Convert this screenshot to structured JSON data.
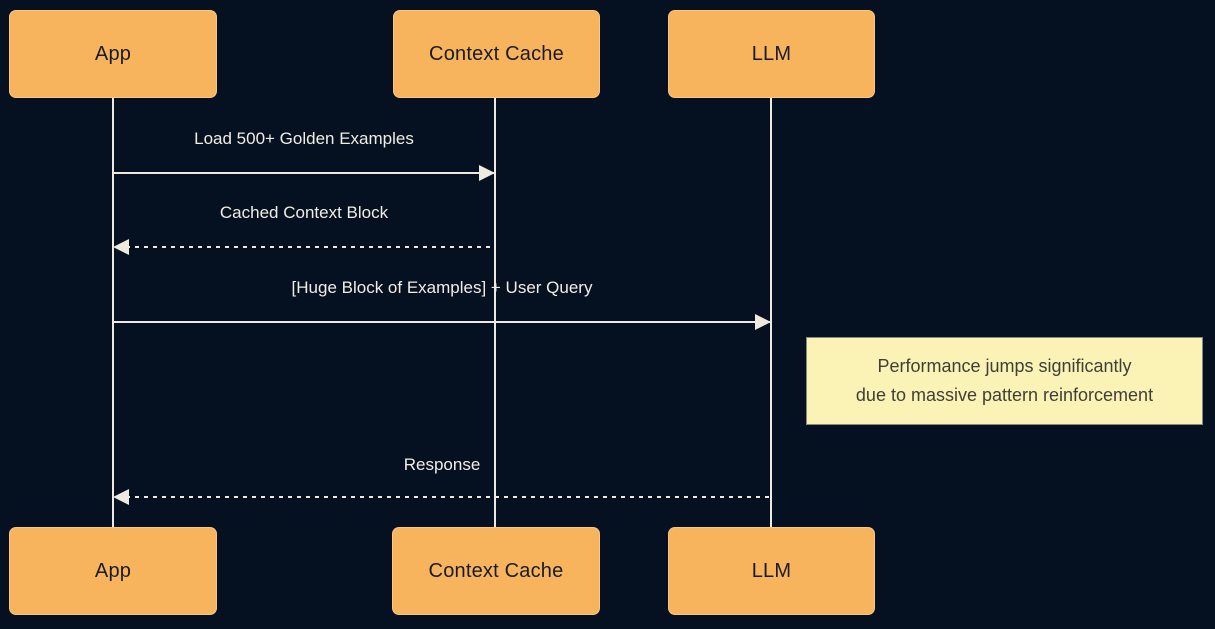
{
  "diagram": {
    "type": "sequence",
    "colors": {
      "background": "#051120",
      "actor_fill": "#F8B45C",
      "actor_text": "#181B26",
      "line_and_text": "#EFEAE0",
      "note_fill": "#FAF3B5",
      "note_text": "#3F3F37",
      "note_border": "#8A8A78"
    },
    "actors": [
      {
        "id": "app",
        "label": "App"
      },
      {
        "id": "context-cache",
        "label": "Context Cache"
      },
      {
        "id": "llm",
        "label": "LLM"
      }
    ],
    "messages": [
      {
        "label": "Load 500+ Golden Examples",
        "from": "app",
        "to": "context-cache",
        "style": "solid",
        "direction": "right"
      },
      {
        "label": "Cached Context Block",
        "from": "context-cache",
        "to": "app",
        "style": "dotted",
        "direction": "left"
      },
      {
        "label": "[Huge Block of Examples] + User Query",
        "from": "app",
        "to": "llm",
        "style": "solid",
        "direction": "right"
      },
      {
        "label": "Response",
        "from": "llm",
        "to": "app",
        "style": "dotted",
        "direction": "left"
      }
    ],
    "note": {
      "attached_to": "llm",
      "lines": [
        "Performance jumps significantly",
        "due to massive pattern reinforcement"
      ]
    }
  }
}
